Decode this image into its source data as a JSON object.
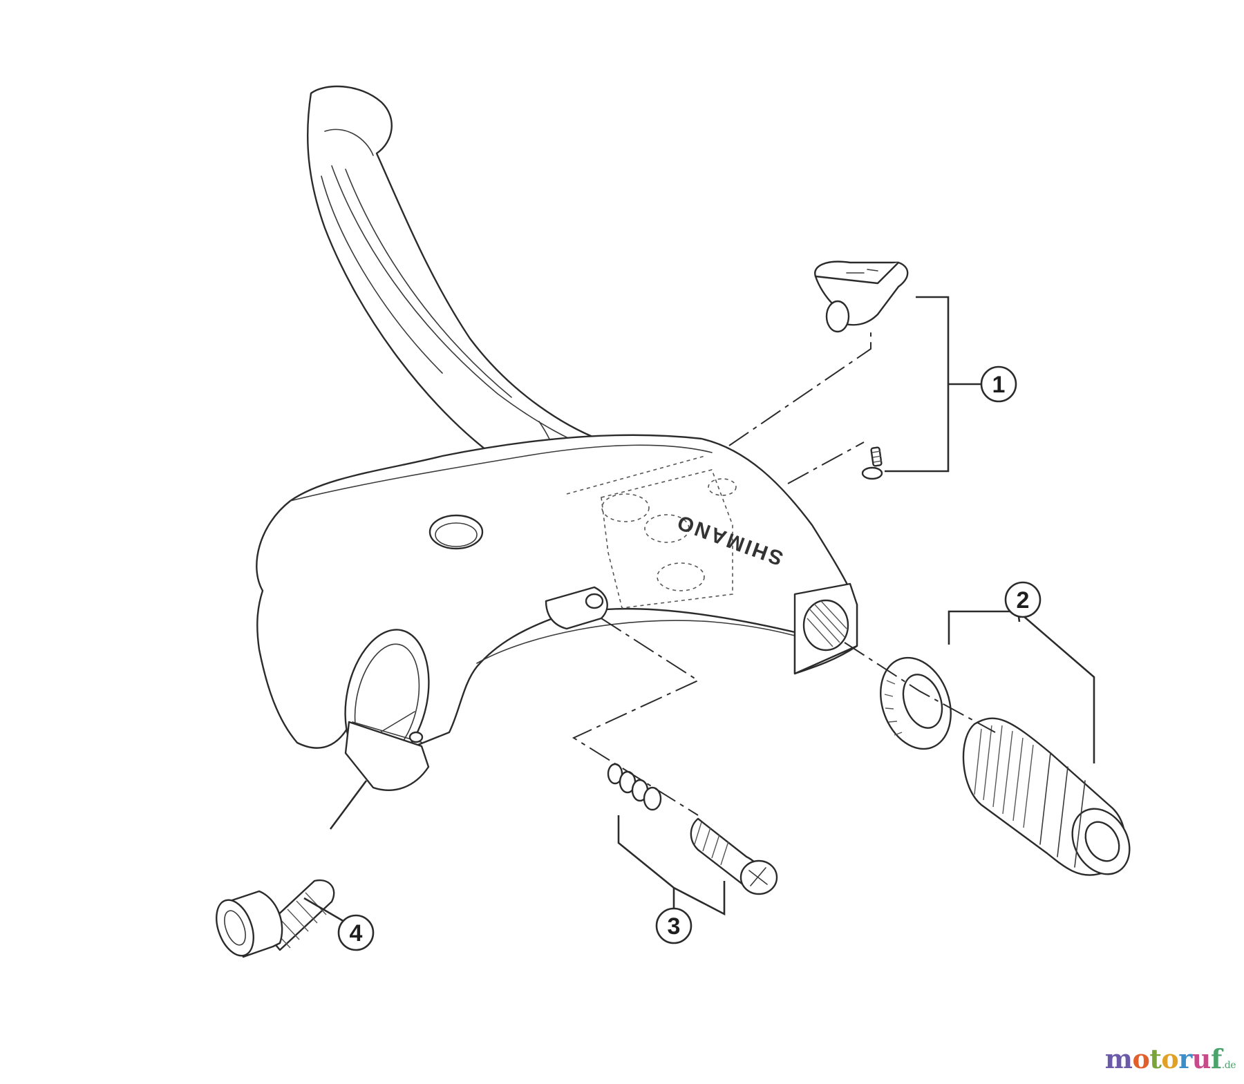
{
  "diagram": {
    "brand_mark": "SHIMANO",
    "callouts": [
      {
        "id": "1",
        "label": "1"
      },
      {
        "id": "2",
        "label": "2"
      },
      {
        "id": "3",
        "label": "3"
      },
      {
        "id": "4",
        "label": "4"
      }
    ]
  },
  "watermark": {
    "letters": [
      "m",
      "o",
      "t",
      "o",
      "r",
      "u",
      "f"
    ],
    "suffix": ".de",
    "colors": [
      "#6a5aa8",
      "#e05f2a",
      "#7aa33a",
      "#e0a126",
      "#3a8fc9",
      "#c94a8a",
      "#4aa36a"
    ]
  }
}
